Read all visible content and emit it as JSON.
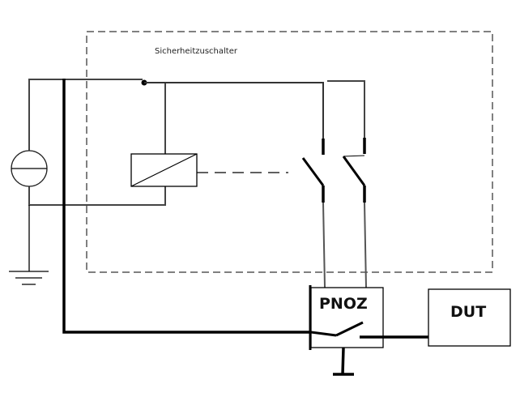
{
  "diagram": {
    "type": "circuit-schematic",
    "labels": {
      "enclosure": "Sicherheitzuschalter",
      "pnoz": "PNOZ",
      "dut": "DUT"
    },
    "components": [
      {
        "id": "source",
        "kind": "current-source"
      },
      {
        "id": "ground-left",
        "kind": "ground"
      },
      {
        "id": "relay-coil",
        "kind": "relay-coil"
      },
      {
        "id": "contact-1",
        "kind": "switch-contact"
      },
      {
        "id": "contact-2",
        "kind": "switch-contact"
      },
      {
        "id": "pnoz",
        "kind": "safety-relay-box"
      },
      {
        "id": "pnoz-switch",
        "kind": "switch-contact"
      },
      {
        "id": "ground-pnoz",
        "kind": "ground"
      },
      {
        "id": "dut",
        "kind": "device-under-test-box"
      }
    ],
    "colors": {
      "wire": "#000000",
      "wire-thin": "#555555",
      "dashed": "#000000"
    }
  }
}
